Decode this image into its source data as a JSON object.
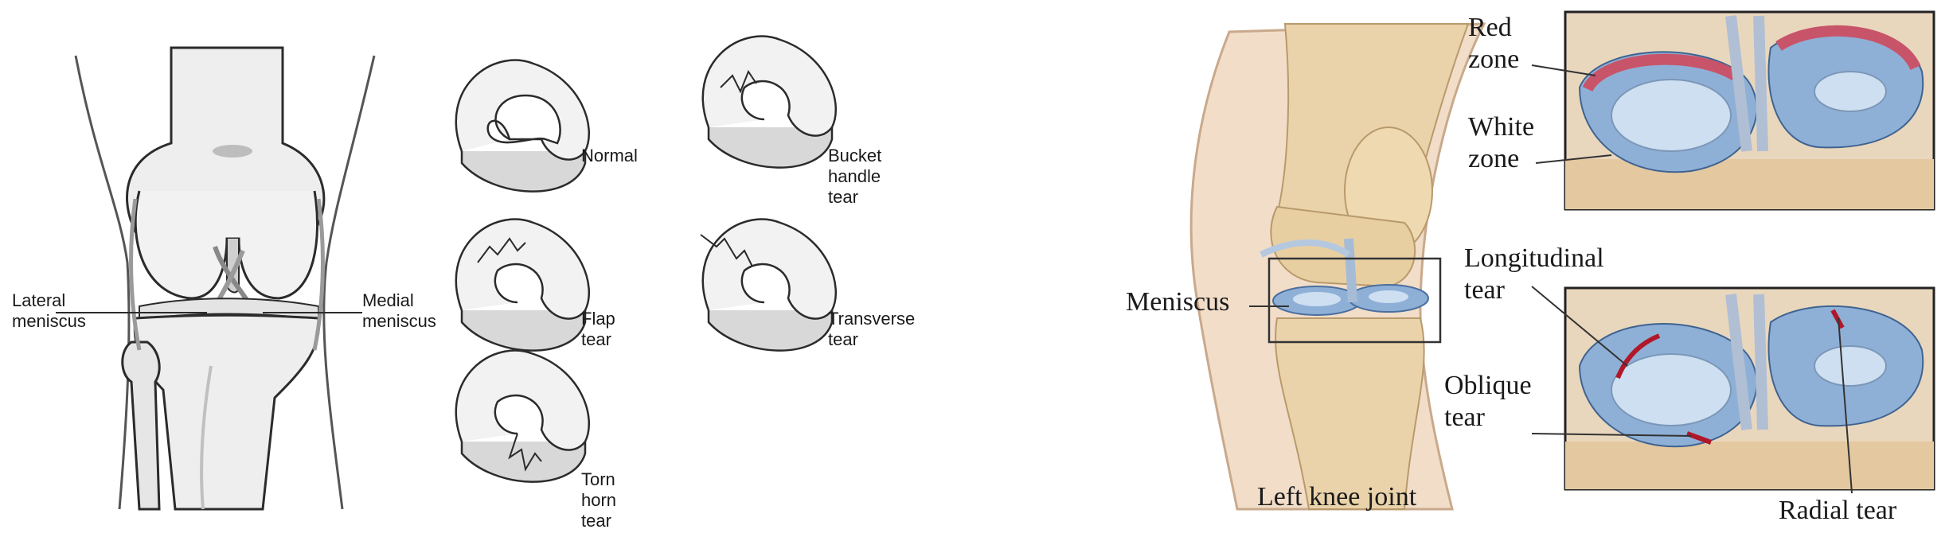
{
  "left": {
    "labels": {
      "lateral_meniscus": "Lateral\nmeniscus",
      "medial_meniscus": "Medial\nmeniscus"
    },
    "tear_types": [
      {
        "key": "normal",
        "label": "Normal"
      },
      {
        "key": "bucket",
        "label": "Bucket\nhandle\ntear"
      },
      {
        "key": "flap",
        "label": "Flap\ntear"
      },
      {
        "key": "transverse",
        "label": "Transverse\ntear"
      },
      {
        "key": "torn_horn",
        "label": "Torn\nhorn\ntear"
      }
    ]
  },
  "right": {
    "labels": {
      "red_zone": "Red\nzone",
      "white_zone": "White\nzone",
      "meniscus": "Meniscus",
      "left_knee_joint": "Left knee joint",
      "longitudinal_tear": "Longitudinal\ntear",
      "oblique_tear": "Oblique\ntear",
      "radial_tear": "Radial tear"
    }
  },
  "colors": {
    "bone": "#eeeeee",
    "bone_shadow": "#c8c8c8",
    "outline": "#2b2b2b",
    "skin": "#f2ddc9",
    "bone_tan": "#ead3aa",
    "meniscus_blue": "#8fb0d6",
    "meniscus_light": "#cddff0",
    "red_zone": "#c8546a",
    "tear_red": "#b0182a"
  }
}
